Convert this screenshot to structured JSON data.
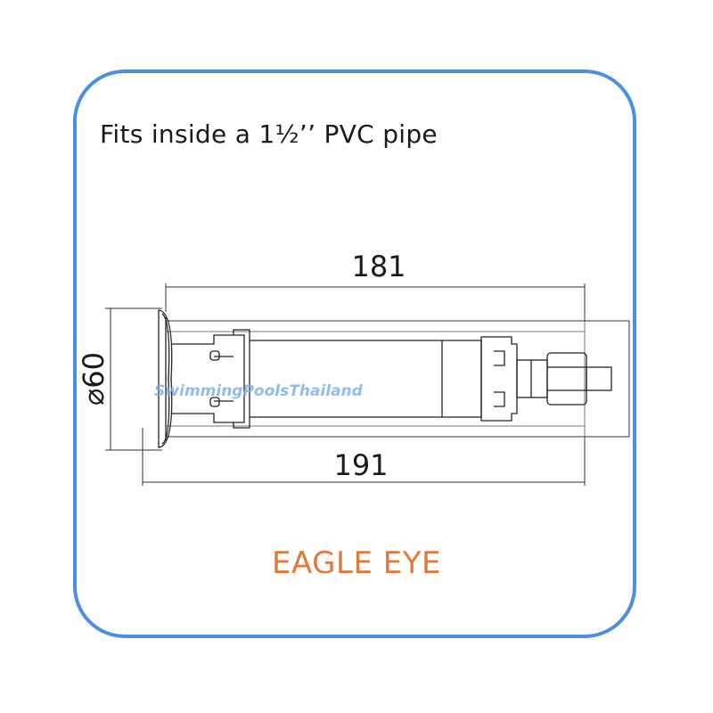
{
  "caption": "Fits inside a 1½’’ PVC pipe",
  "product_name": "EAGLE EYE",
  "watermark": "SwimmingPoolsThailand",
  "dimensions": {
    "insert_length": "181",
    "overall_length": "191",
    "diameter": "⌀60"
  },
  "colors": {
    "frame": "#4a90e2",
    "product_name": "#e07a3a",
    "watermark": "#7fb0e8"
  }
}
